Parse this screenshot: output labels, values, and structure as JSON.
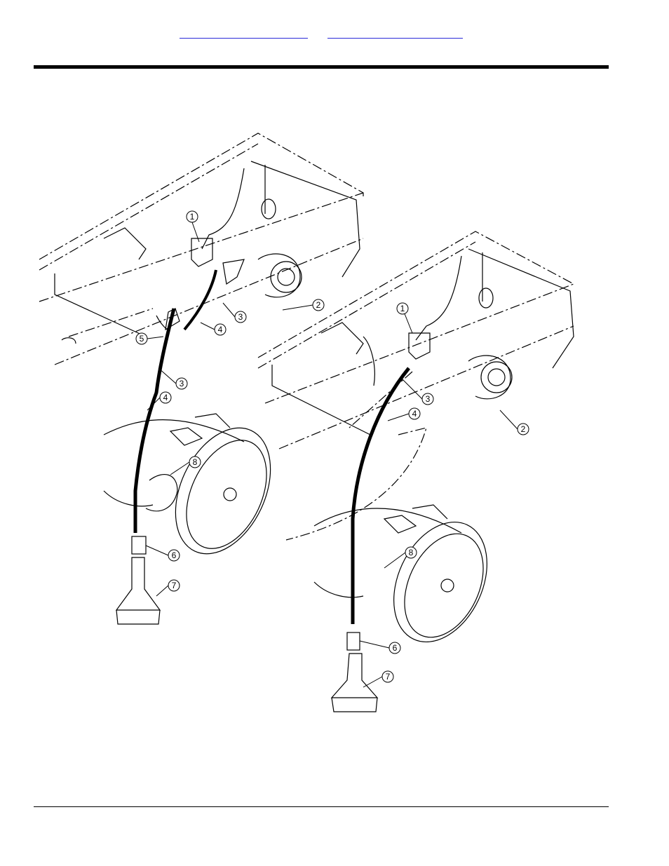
{
  "header": {
    "link_a_text": "",
    "link_b_text": ""
  },
  "callouts": {
    "left": [
      {
        "label": "1"
      },
      {
        "label": "2"
      },
      {
        "label": "3"
      },
      {
        "label": "4"
      },
      {
        "label": "5"
      },
      {
        "label": "3"
      },
      {
        "label": "4"
      },
      {
        "label": "8"
      },
      {
        "label": "6"
      },
      {
        "label": "7"
      }
    ],
    "right": [
      {
        "label": "1"
      },
      {
        "label": "3"
      },
      {
        "label": "4"
      },
      {
        "label": "2"
      },
      {
        "label": "8"
      },
      {
        "label": "6"
      },
      {
        "label": "7"
      }
    ]
  }
}
